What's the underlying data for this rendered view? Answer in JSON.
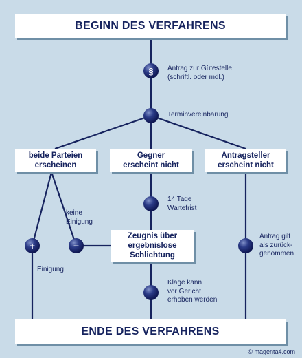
{
  "colors": {
    "background": "#c9dbe8",
    "line": "#16235e",
    "box": "#ffffff",
    "node": "#1f2c6b"
  },
  "boxes": {
    "start": "BEGINN DES VERFAHRENS",
    "both_parties": "beide Parteien\nerscheinen",
    "opponent_absent": "Gegner\nerscheint nicht",
    "applicant_absent": "Antragsteller\nerscheint nicht",
    "certificate": "Zeugnis über\nergebnislose\nSchlichtung",
    "end": "ENDE DES VERFAHRENS"
  },
  "labels": {
    "application": "Antrag zur Gütestelle\n(schriftl. oder mdl.)",
    "appointment": "Terminvereinbarung",
    "waiting_period": "14 Tage\nWartefrist",
    "no_agreement": "keine\nEinigung",
    "agreement": "Einigung",
    "lawsuit": "Klage kann\nvor Gericht\nerhoben werden",
    "withdrawn": "Antrag gilt\nals zurück-\ngenommen"
  },
  "nodes": {
    "paragraph_symbol": "§",
    "plus_symbol": "+",
    "minus_symbol": "–"
  },
  "credit": "© magenta4.com"
}
